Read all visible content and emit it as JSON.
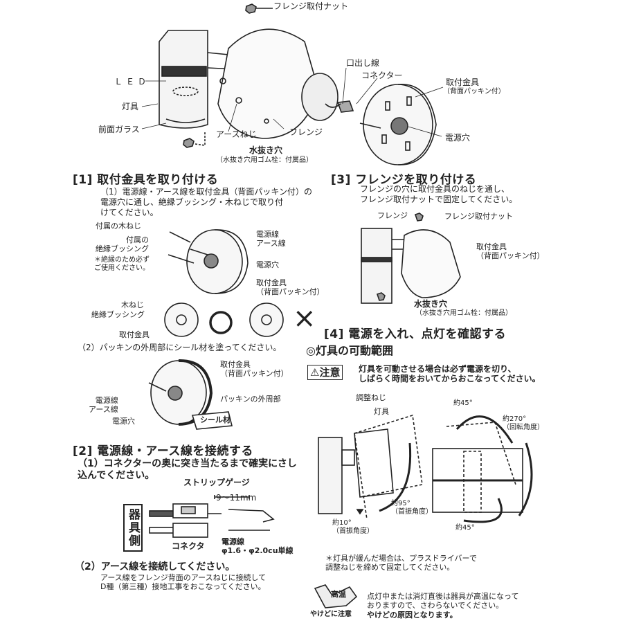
{
  "diagram_top": {
    "flange_nut": "フレンジ取付ナット",
    "led": "ＬＥＤ",
    "fixture": "灯具",
    "front_glass": "前面ガラス",
    "earth_screw": "アースねじ",
    "flange": "フレンジ",
    "drain_hole": "水抜き穴",
    "drain_note": "（水抜き穴用ゴム栓：付属品）",
    "lead_wire": "口出し線",
    "connector": "コネクター",
    "mount_bracket": "取付金具",
    "mount_bracket_sub": "（背面パッキン付）",
    "power_hole": "電源穴"
  },
  "section1": {
    "title": "[1]  取付金具を取り付ける",
    "step1": "（1）電源線・アース線を取付金具（背面パッキン付）の\n電源穴に通し、絶縁ブッシング・木ねじで取り付\nけてください。",
    "wood_screw": "付属の木ねじ",
    "bushing": "付属の\n絶縁ブッシング",
    "bushing_note": "＊絶縁のため必ず\nご使用ください。",
    "power_wire": "電源線\nアース線",
    "power_hole": "電源穴",
    "bracket": "取付金具\n（背面パッキン付）",
    "ok_wood": "木ねじ",
    "ok_bushing": "絶縁ブッシング",
    "ok_bracket": "取付金具",
    "ok_mark": "○",
    "ng_mark": "×",
    "step2": "（2）パッキンの外周部にシール材を塗ってください。",
    "s2_bracket": "取付金具\n（背面パッキン付）",
    "s2_power": "電源線\nアース線",
    "s2_hole": "電源穴",
    "s2_rim": "パッキンの外周部",
    "sealant": "シール材"
  },
  "section2": {
    "title": "[2]  電源線・アース線を接続する",
    "step1": "（1）コネクターの奥に突き当たるまで確実にさし\n込んでください。",
    "strip_gauge": "ストリップゲージ",
    "strip_len": "9〜11mm",
    "device_side": "器具側",
    "connector": "コネクタ",
    "power_wire": "電源線\nφ1.6・φ2.0cu単線",
    "step2": "（2）アース線を接続してください。",
    "step2_body": "アース線をフレンジ背面のアースねじに接続して\nD種（第三種）接地工事をおこなってください。"
  },
  "section3": {
    "title": "[3]  フレンジを取り付ける",
    "body": "フレンジの穴に取付金具のねじを通し、\nフレンジ取付ナットで固定してください。",
    "flange": "フレンジ",
    "flange_nut": "フレンジ取付ナット",
    "bracket": "取付金具\n（背面パッキン付）",
    "drain": "水抜き穴",
    "drain_note": "（水抜き穴用ゴム栓：付属品）"
  },
  "section4": {
    "title": "[4]  電源を入れ、点灯を確認する",
    "range_title": "◎灯具の可動範囲",
    "caution_label": "⚠注意",
    "caution_text": "灯具を可動させる場合は必ず電源を切り、\nしばらく時間をおいてからおこなってください。",
    "adjust_screw": "調整ねじ",
    "fixture": "灯具",
    "angle95": "約95°\n（首振角度）",
    "angle10": "約10°\n（首振角度）",
    "angle45a": "約45°",
    "angle270": "約270°\n（回転角度）",
    "angle45b": "約45°",
    "loose_note": "＊灯具が緩んだ場合は、プラスドライバーで\n調整ねじを締めて固定してください。",
    "hot_label": "高温",
    "burn_label": "やけどに注意",
    "hot_text": "点灯中または消灯直後は器具が高温になって\nおりますので、さわらないでください。",
    "hot_text2": "やけどの原因となります。"
  }
}
